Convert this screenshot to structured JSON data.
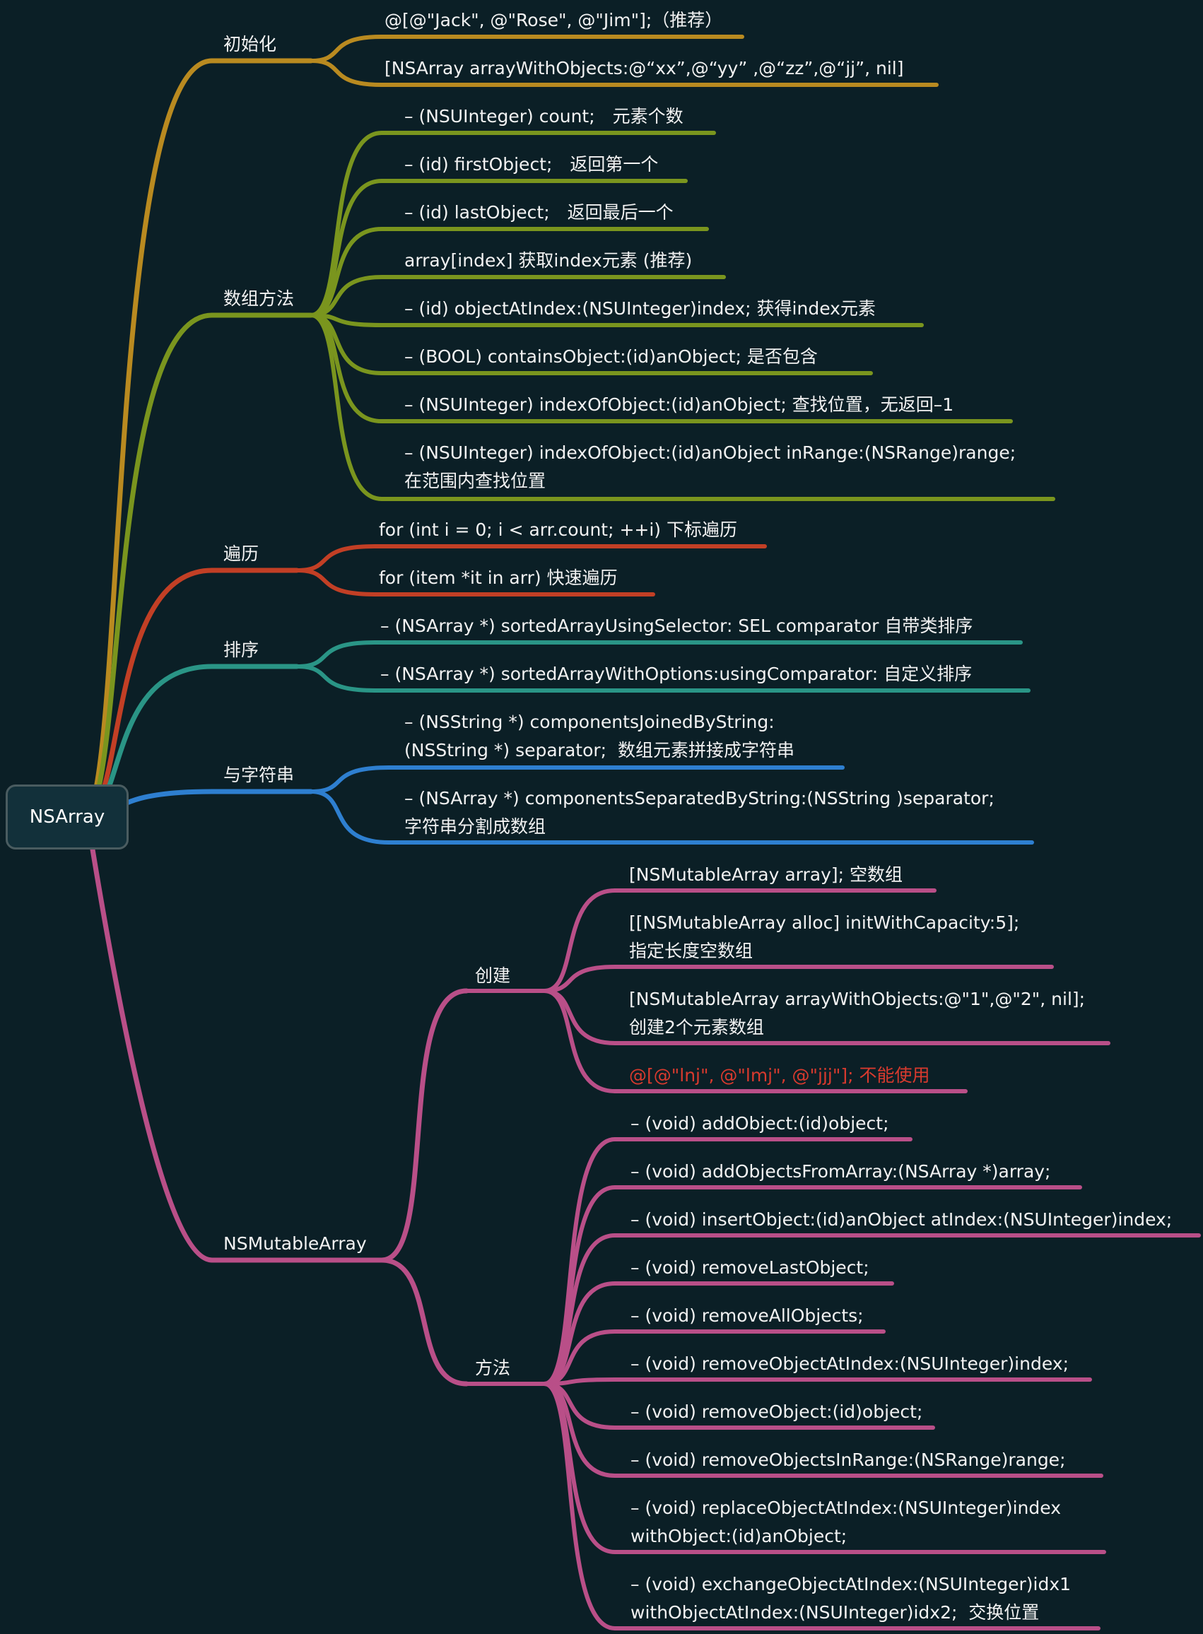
{
  "root": {
    "label": "NSArray"
  },
  "colors": {
    "init": "#b98a20",
    "methods": "#7a951e",
    "iterate": "#c23f25",
    "sort": "#2a9586",
    "string": "#2e7fd0",
    "mutable": "#b94f88",
    "warn": "#d83a2e"
  },
  "branches": [
    {
      "label": "初始化",
      "items": [
        "@[@\"Jack\", @\"Rose\", @\"Jim\"];（推荐）",
        "[NSArray arrayWithObjects:@“xx”,@“yy” ,@“zz”,@“jj”, nil]"
      ]
    },
    {
      "label": "数组方法",
      "items": [
        "– (NSUInteger) count;　元素个数",
        "– (id) firstObject;　返回第一个",
        "– (id) lastObject;　返回最后一个",
        "array[index]  获取index元素 (推荐)",
        "– (id) objectAtIndex:(NSUInteger)index;  获得index元素",
        "– (BOOL) containsObject:(id)anObject;  是否包含",
        "– (NSUInteger) indexOfObject:(id)anObject;  查找位置，无返回–1",
        "– (NSUInteger) indexOfObject:(id)anObject inRange:(NSRange)range;\n在范围内查找位置"
      ]
    },
    {
      "label": "遍历",
      "items": [
        "for (int i = 0; i < arr.count; ++i)  下标遍历",
        "for (item *it in arr)  快速遍历"
      ]
    },
    {
      "label": "排序",
      "items": [
        "– (NSArray *) sortedArrayUsingSelector: SEL comparator 自带类排序",
        "– (NSArray *) sortedArrayWithOptions:usingComparator:  自定义排序"
      ]
    },
    {
      "label": "与字符串",
      "items": [
        "– (NSString *) componentsJoinedByString:\n(NSString *) separator;  数组元素拼接成字符串",
        "– (NSArray *) componentsSeparatedByString:(NSString )separator;\n字符串分割成数组"
      ]
    },
    {
      "label": "NSMutableArray",
      "children": [
        {
          "label": "创建",
          "items": [
            "[NSMutableArray array];  空数组",
            "[[NSMutableArray alloc] initWithCapacity:5];\n指定长度空数组",
            "[NSMutableArray arrayWithObjects:@\"1\",@\"2\", nil];\n创建2个元素数组",
            "@[@\"lnj\", @\"lmj\", @\"jjj\"]; 不能使用"
          ]
        },
        {
          "label": "方法",
          "items": [
            "– (void) addObject:(id)object;",
            "– (void) addObjectsFromArray:(NSArray *)array;",
            "– (void) insertObject:(id)anObject atIndex:(NSUInteger)index;",
            "– (void) removeLastObject;",
            "– (void) removeAllObjects;",
            "– (void) removeObjectAtIndex:(NSUInteger)index;",
            "– (void) removeObject:(id)object;",
            "– (void) removeObjectsInRange:(NSRange)range;",
            "– (void) replaceObjectAtIndex:(NSUInteger)index\nwithObject:(id)anObject;",
            "– (void) exchangeObjectAtIndex:(NSUInteger)idx1\nwithObjectAtIndex:(NSUInteger)idx2;  交换位置"
          ]
        }
      ]
    }
  ]
}
